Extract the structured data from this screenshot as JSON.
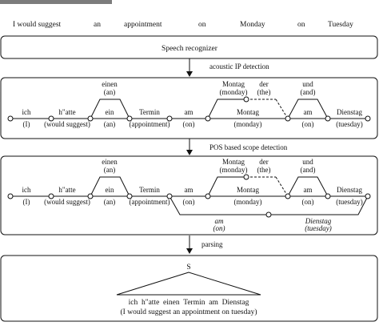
{
  "input_sentence": [
    "I would suggest",
    "an",
    "appointment",
    "on",
    "Monday",
    "on",
    "Tuesday"
  ],
  "speech_recognizer": "Speech recognizer",
  "steps": {
    "acoustic": "acoustic IP detection",
    "pos": "POS based scope detection",
    "parsing": "parsing"
  },
  "lattice": {
    "ich": "ich",
    "ich_gloss": "(I)",
    "haette": "h\"atte",
    "haette_gloss": "(would suggest)",
    "einen": "einen",
    "einen_gloss": "(an)",
    "ein": "ein",
    "ein_gloss": "(an)",
    "termin": "Termin",
    "termin_gloss": "(appointment)",
    "am": "am",
    "am_gloss": "(on)",
    "montag": "Montag",
    "montag_gloss": "(monday)",
    "der": "der",
    "der_gloss": "(the)",
    "und": "und",
    "und_gloss": "(and)",
    "am2": "am",
    "am2_gloss": "(on)",
    "dienstag": "Dienstag",
    "dienstag_gloss": "(tuesday)"
  },
  "scope": {
    "am": "am",
    "am_gloss": "(on)",
    "dienstag": "Dienstag",
    "dienstag_gloss": "(tuesday)"
  },
  "parse": {
    "root": "S",
    "words": "ich  h\"atte  einen  Termin  am  Dienstag",
    "gloss": "(I would suggest an appointment on tuesday)"
  }
}
